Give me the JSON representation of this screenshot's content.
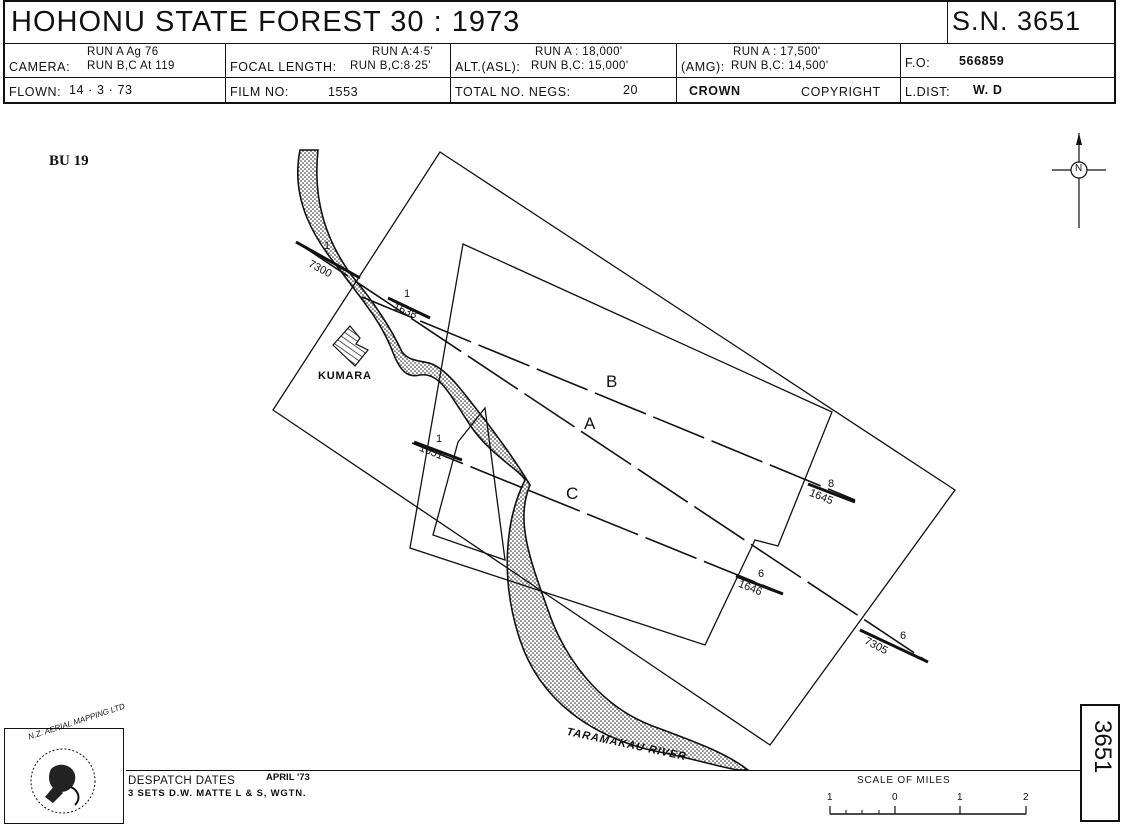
{
  "header": {
    "title": "HOHONU   STATE   FOREST  30 :  1973",
    "sn": "S.N. 3651",
    "camera_label": "CAMERA:",
    "camera_run_a": "RUN A   Ag 76",
    "camera_run_bc": "RUN B,C   At 119",
    "focal_label": "FOCAL  LENGTH:",
    "focal_run_a": "RUN A:4·5'",
    "focal_run_bc": "RUN B,C:8·25'",
    "alt_label": "ALT.(ASL):",
    "alt_run_a": "RUN A : 18,000'",
    "alt_run_bc": "RUN B,C: 15,000'",
    "amg_label": "(AMG):",
    "amg_run_a": "RUN A :  17,500'",
    "amg_run_bc": "RUN B,C: 14,500'",
    "fo_label": "F.O:",
    "fo_value": "566859",
    "flown_label": "FLOWN:",
    "flown_value": "14 · 3 · 73",
    "film_label": "FILM  NO:",
    "film_value": "1553",
    "negs_label": "TOTAL  NO.  NEGS:",
    "negs_value": "20",
    "crown": "CROWN",
    "copyright": "COPYRIGHT",
    "ldist_label": "L.DIST:",
    "ldist_value": "W. D"
  },
  "map": {
    "sheet_label": "BU 19",
    "town": "KUMARA",
    "river": "TARAMAKAU  RIVER",
    "north": "N",
    "runs": {
      "a": "A",
      "b": "B",
      "c": "C",
      "a_start_num": "1",
      "a_start_frame": "7300",
      "a_end_num": "6",
      "a_end_frame": "7305",
      "b_start_num": "1",
      "b_start_frame": "1638",
      "b_end_num": "8",
      "b_end_frame": "1645",
      "c_start_num": "1",
      "c_start_frame": "1651",
      "c_end_num": "6",
      "c_end_frame": "1646"
    }
  },
  "footer": {
    "despatch_label": "DESPATCH  DATES",
    "despatch_date": "APRIL '73",
    "despatch_line2": "3  SETS  D.W.  MATTE   L & S,  WGTN.",
    "scale_title": "SCALE  OF  MILES",
    "scale_ticks": [
      "1",
      "0",
      "1",
      "2"
    ],
    "side_number": "3651",
    "logo_text": "N.Z. AERIAL MAPPING  LTD"
  }
}
